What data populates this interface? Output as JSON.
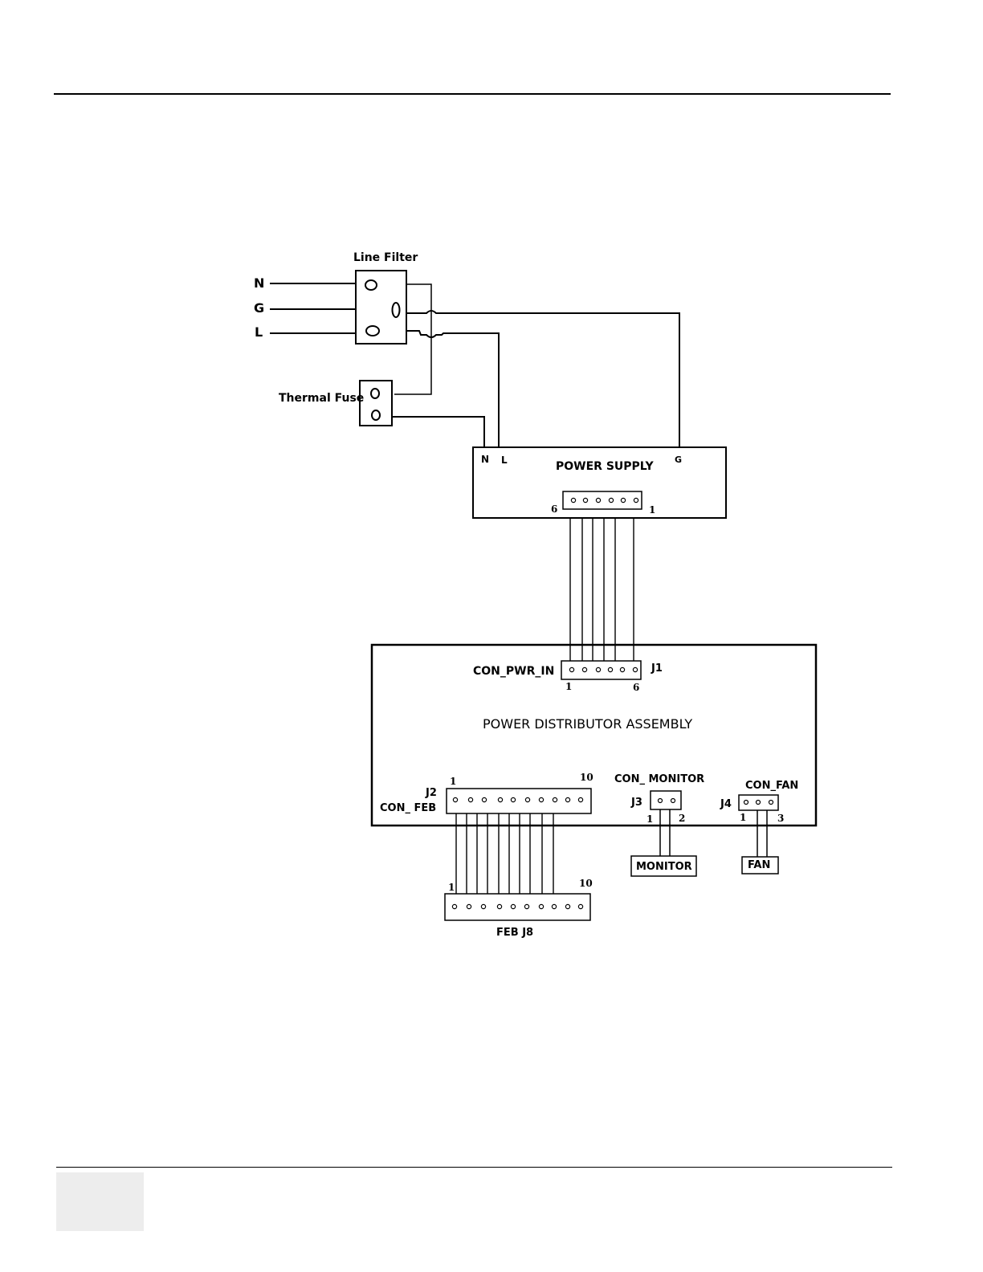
{
  "diagram": {
    "line_filter": {
      "label": "Line Filter"
    },
    "inputs": [
      "N",
      "G",
      "L"
    ],
    "thermal_fuse": {
      "label": "Thermal Fuse"
    },
    "power_supply": {
      "label": "POWER SUPPLY",
      "terminal_n": "N",
      "terminal_l": "L",
      "terminal_g": "G",
      "pin_left": "6",
      "pin_right": "1"
    },
    "power_distributor": {
      "label": "POWER DISTRIBUTOR ASSEMBLY",
      "con_pwr_in": "CON_PWR_IN",
      "j1": "J1",
      "j1_pin_left": "1",
      "j1_pin_right": "6",
      "j2": "J2",
      "con_feb": "CON_ FEB",
      "j2_pin_left": "1",
      "j2_pin_right": "10",
      "con_monitor": "CON_ MONITOR",
      "j3": "J3",
      "j3_pin_left": "1",
      "j3_pin_right": "2",
      "con_fan": "CON_FAN",
      "j4": "J4",
      "j4_pin_left": "1",
      "j4_pin_right": "3"
    },
    "monitor": {
      "label": "MONITOR"
    },
    "fan": {
      "label": "FAN"
    },
    "feb_j8": {
      "label": "FEB J8",
      "pin_left": "1",
      "pin_right": "10"
    }
  }
}
